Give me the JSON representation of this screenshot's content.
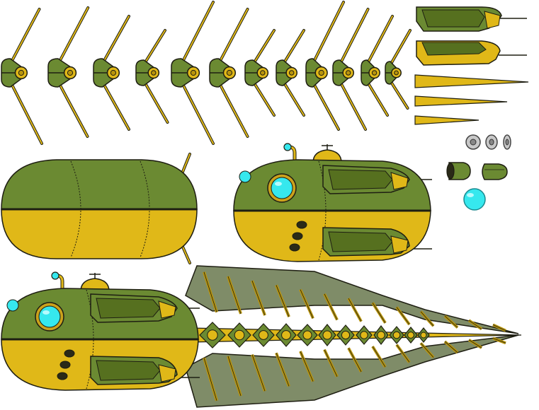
{
  "sprite_sheet": {
    "background": "#ffffff",
    "palette": {
      "green": "#6b8a32",
      "green_dark": "#56701f",
      "yellow": "#e0b818",
      "yellow_dark": "#b8940c",
      "outline": "#1e1e12",
      "glass": "#36e8ee",
      "rim": "#caa21c",
      "gray": "#c8c8c8",
      "dark": "#2a2a18"
    },
    "frames": {
      "propeller_fins": 12,
      "nozzle_pieces": 2,
      "spikes": 3,
      "bolt_rings": 3,
      "caps": 2,
      "glass_bubbles": 1,
      "plain_hull": 1,
      "submarine_body": 1,
      "full_submarine": 1
    },
    "icons": [
      "propeller-fin-sprite",
      "nozzle-sprite",
      "spike-sprite",
      "bolt-ring-sprite",
      "cap-sprite",
      "glass-bubble-sprite",
      "hull-sprite",
      "submarine-sprite",
      "drill-submarine-sprite"
    ]
  }
}
